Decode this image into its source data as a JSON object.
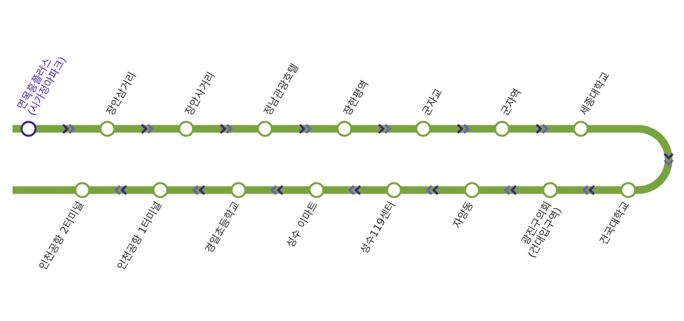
{
  "colors": {
    "line": "#79a33f",
    "station_fill": "#ffffff",
    "station_stroke": "#79a33f",
    "start_station_stroke": "#3a2583",
    "arrow_dark": "#3a2583",
    "arrow_light": "#6a5fb8",
    "label_text": "#2a2a2a",
    "start_label_text": "#4b2c9a"
  },
  "top_stations": [
    {
      "id": "s01",
      "lines": [
        "면목흥플러스",
        "(시가정아파크)"
      ],
      "first": true
    },
    {
      "id": "s02",
      "lines": [
        "장안삼거리"
      ]
    },
    {
      "id": "s03",
      "lines": [
        "장안사거리"
      ]
    },
    {
      "id": "s04",
      "lines": [
        "정남관광호텔"
      ]
    },
    {
      "id": "s05",
      "lines": [
        "장한평역"
      ]
    },
    {
      "id": "s06",
      "lines": [
        "군자교"
      ]
    },
    {
      "id": "s07",
      "lines": [
        "군자역"
      ]
    },
    {
      "id": "s08",
      "lines": [
        "세종대학교"
      ]
    }
  ],
  "bottom_stations": [
    {
      "id": "b01",
      "lines": [
        "인천공항 2터미널"
      ]
    },
    {
      "id": "b02",
      "lines": [
        "인천공항 1터미널"
      ]
    },
    {
      "id": "b03",
      "lines": [
        "경일초등학교"
      ]
    },
    {
      "id": "b04",
      "lines": [
        "성수 이마트"
      ]
    },
    {
      "id": "b05",
      "lines": [
        "성수119센터"
      ]
    },
    {
      "id": "b06",
      "lines": [
        "자양동"
      ]
    },
    {
      "id": "b07",
      "lines": [
        "광진구의회",
        "(건대입구역)"
      ]
    },
    {
      "id": "b08",
      "lines": [
        "건국대학교"
      ]
    }
  ]
}
